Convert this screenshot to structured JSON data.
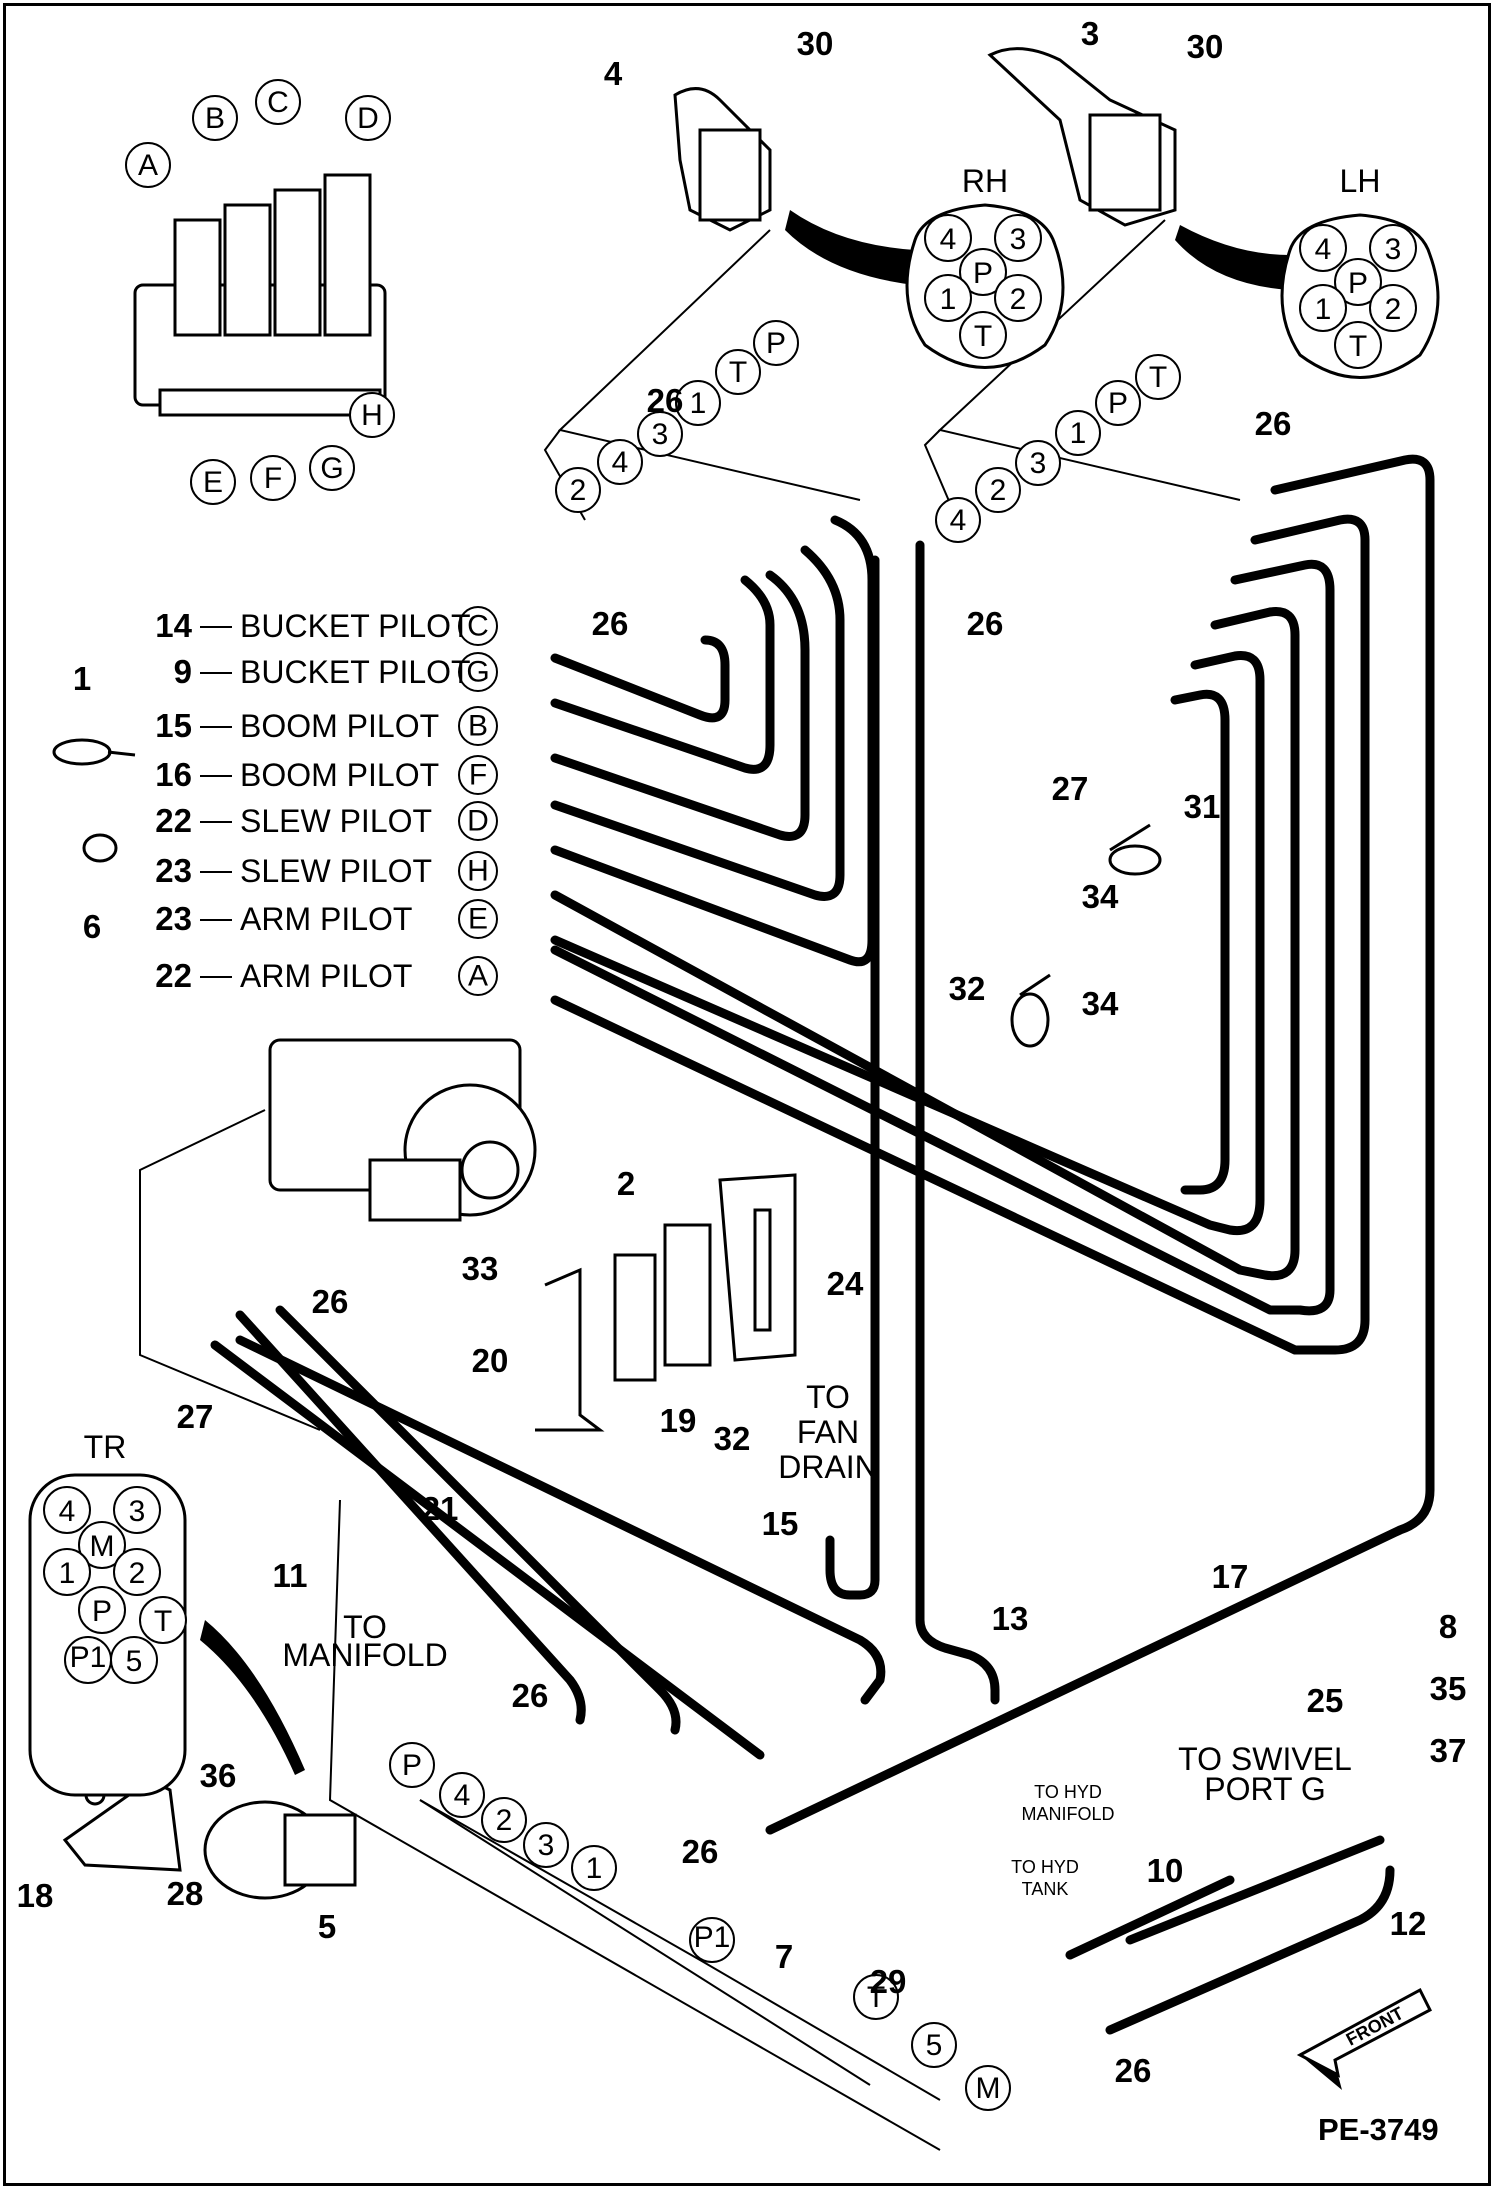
{
  "drawing_ref": "PE-3749",
  "front_label": "FRONT",
  "connector_views": [
    {
      "id": "rh",
      "title": "RH",
      "ports": [
        "4",
        "3",
        "P",
        "1",
        "2",
        "T"
      ]
    },
    {
      "id": "lh",
      "title": "LH",
      "ports": [
        "4",
        "3",
        "P",
        "1",
        "2",
        "T"
      ]
    },
    {
      "id": "tr",
      "title": "TR",
      "ports": [
        "4",
        "3",
        "M",
        "1",
        "2",
        "P",
        "T",
        "P1",
        "5"
      ]
    }
  ],
  "pilot_lines": [
    {
      "num": "14",
      "text": "BUCKET PILOT",
      "port": "C"
    },
    {
      "num": "9",
      "text": "BUCKET PILOT",
      "port": "G"
    },
    {
      "num": "15",
      "text": "BOOM PILOT",
      "port": "B"
    },
    {
      "num": "16",
      "text": "BOOM PILOT",
      "port": "F"
    },
    {
      "num": "22",
      "text": "SLEW PILOT",
      "port": "D"
    },
    {
      "num": "23",
      "text": "SLEW PILOT",
      "port": "H"
    },
    {
      "num": "23",
      "text": "ARM PILOT",
      "port": "E"
    },
    {
      "num": "22",
      "text": "ARM PILOT",
      "port": "A"
    }
  ],
  "valve_ports": [
    "A",
    "B",
    "C",
    "D",
    "E",
    "F",
    "G",
    "H"
  ],
  "rh_joystick_ports": [
    "P",
    "T",
    "1",
    "3",
    "4",
    "2"
  ],
  "lh_joystick_ports": [
    "T",
    "P",
    "1",
    "3",
    "2",
    "4"
  ],
  "pedal_ports": [
    "P",
    "4",
    "2",
    "3",
    "1"
  ],
  "lower_ports": [
    "P1",
    "T",
    "5",
    "M"
  ],
  "notes": {
    "fan_drain": [
      "TO",
      "FAN",
      "DRAIN"
    ],
    "manifold": [
      "TO",
      "MANIFOLD"
    ],
    "swivel": [
      "TO SWIVEL",
      "PORT G"
    ],
    "hyd_manifold": [
      "TO HYD",
      "MANIFOLD"
    ],
    "hyd_tank": [
      "TO HYD",
      "TANK"
    ]
  },
  "part_numbers": [
    "1",
    "2",
    "3",
    "4",
    "5",
    "6",
    "7",
    "8",
    "10",
    "11",
    "12",
    "13",
    "15",
    "17",
    "18",
    "19",
    "20",
    "21",
    "24",
    "25",
    "26",
    "27",
    "28",
    "29",
    "30",
    "31",
    "32",
    "33",
    "34",
    "35",
    "36",
    "37"
  ],
  "colors": {
    "line": "#000000",
    "background": "#ffffff"
  }
}
